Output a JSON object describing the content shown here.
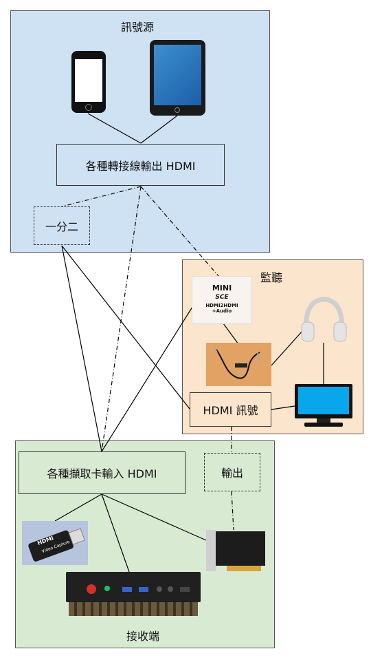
{
  "panels": {
    "source": {
      "title": "訊號源",
      "color": "#cfe2f3"
    },
    "monitor": {
      "title": "監聽",
      "color": "#fce5cd"
    },
    "receiver": {
      "title": "接收端",
      "color": "#d9ead3"
    }
  },
  "boxes": {
    "adapter": "各種轉接線輸出 HDMI",
    "splitter": "一分二",
    "hdmi_signal": "HDMI 訊號",
    "capture_input": "各種擷取卡輸入 HDMI",
    "output": "輸出"
  },
  "mini_box": {
    "brand": "MINI",
    "model": "SCE",
    "line1": "HDMI2HDMI",
    "line2": "+Audio"
  },
  "usb_capture": {
    "brand": "HDMI",
    "label": "Video Capture"
  },
  "icons": [
    "smartphone-icon",
    "tablet-icon",
    "headphones-icon",
    "monitor-icon",
    "audio-cable-icon",
    "usb-capture-icon",
    "capture-box-icon",
    "pcie-capture-card-icon"
  ]
}
